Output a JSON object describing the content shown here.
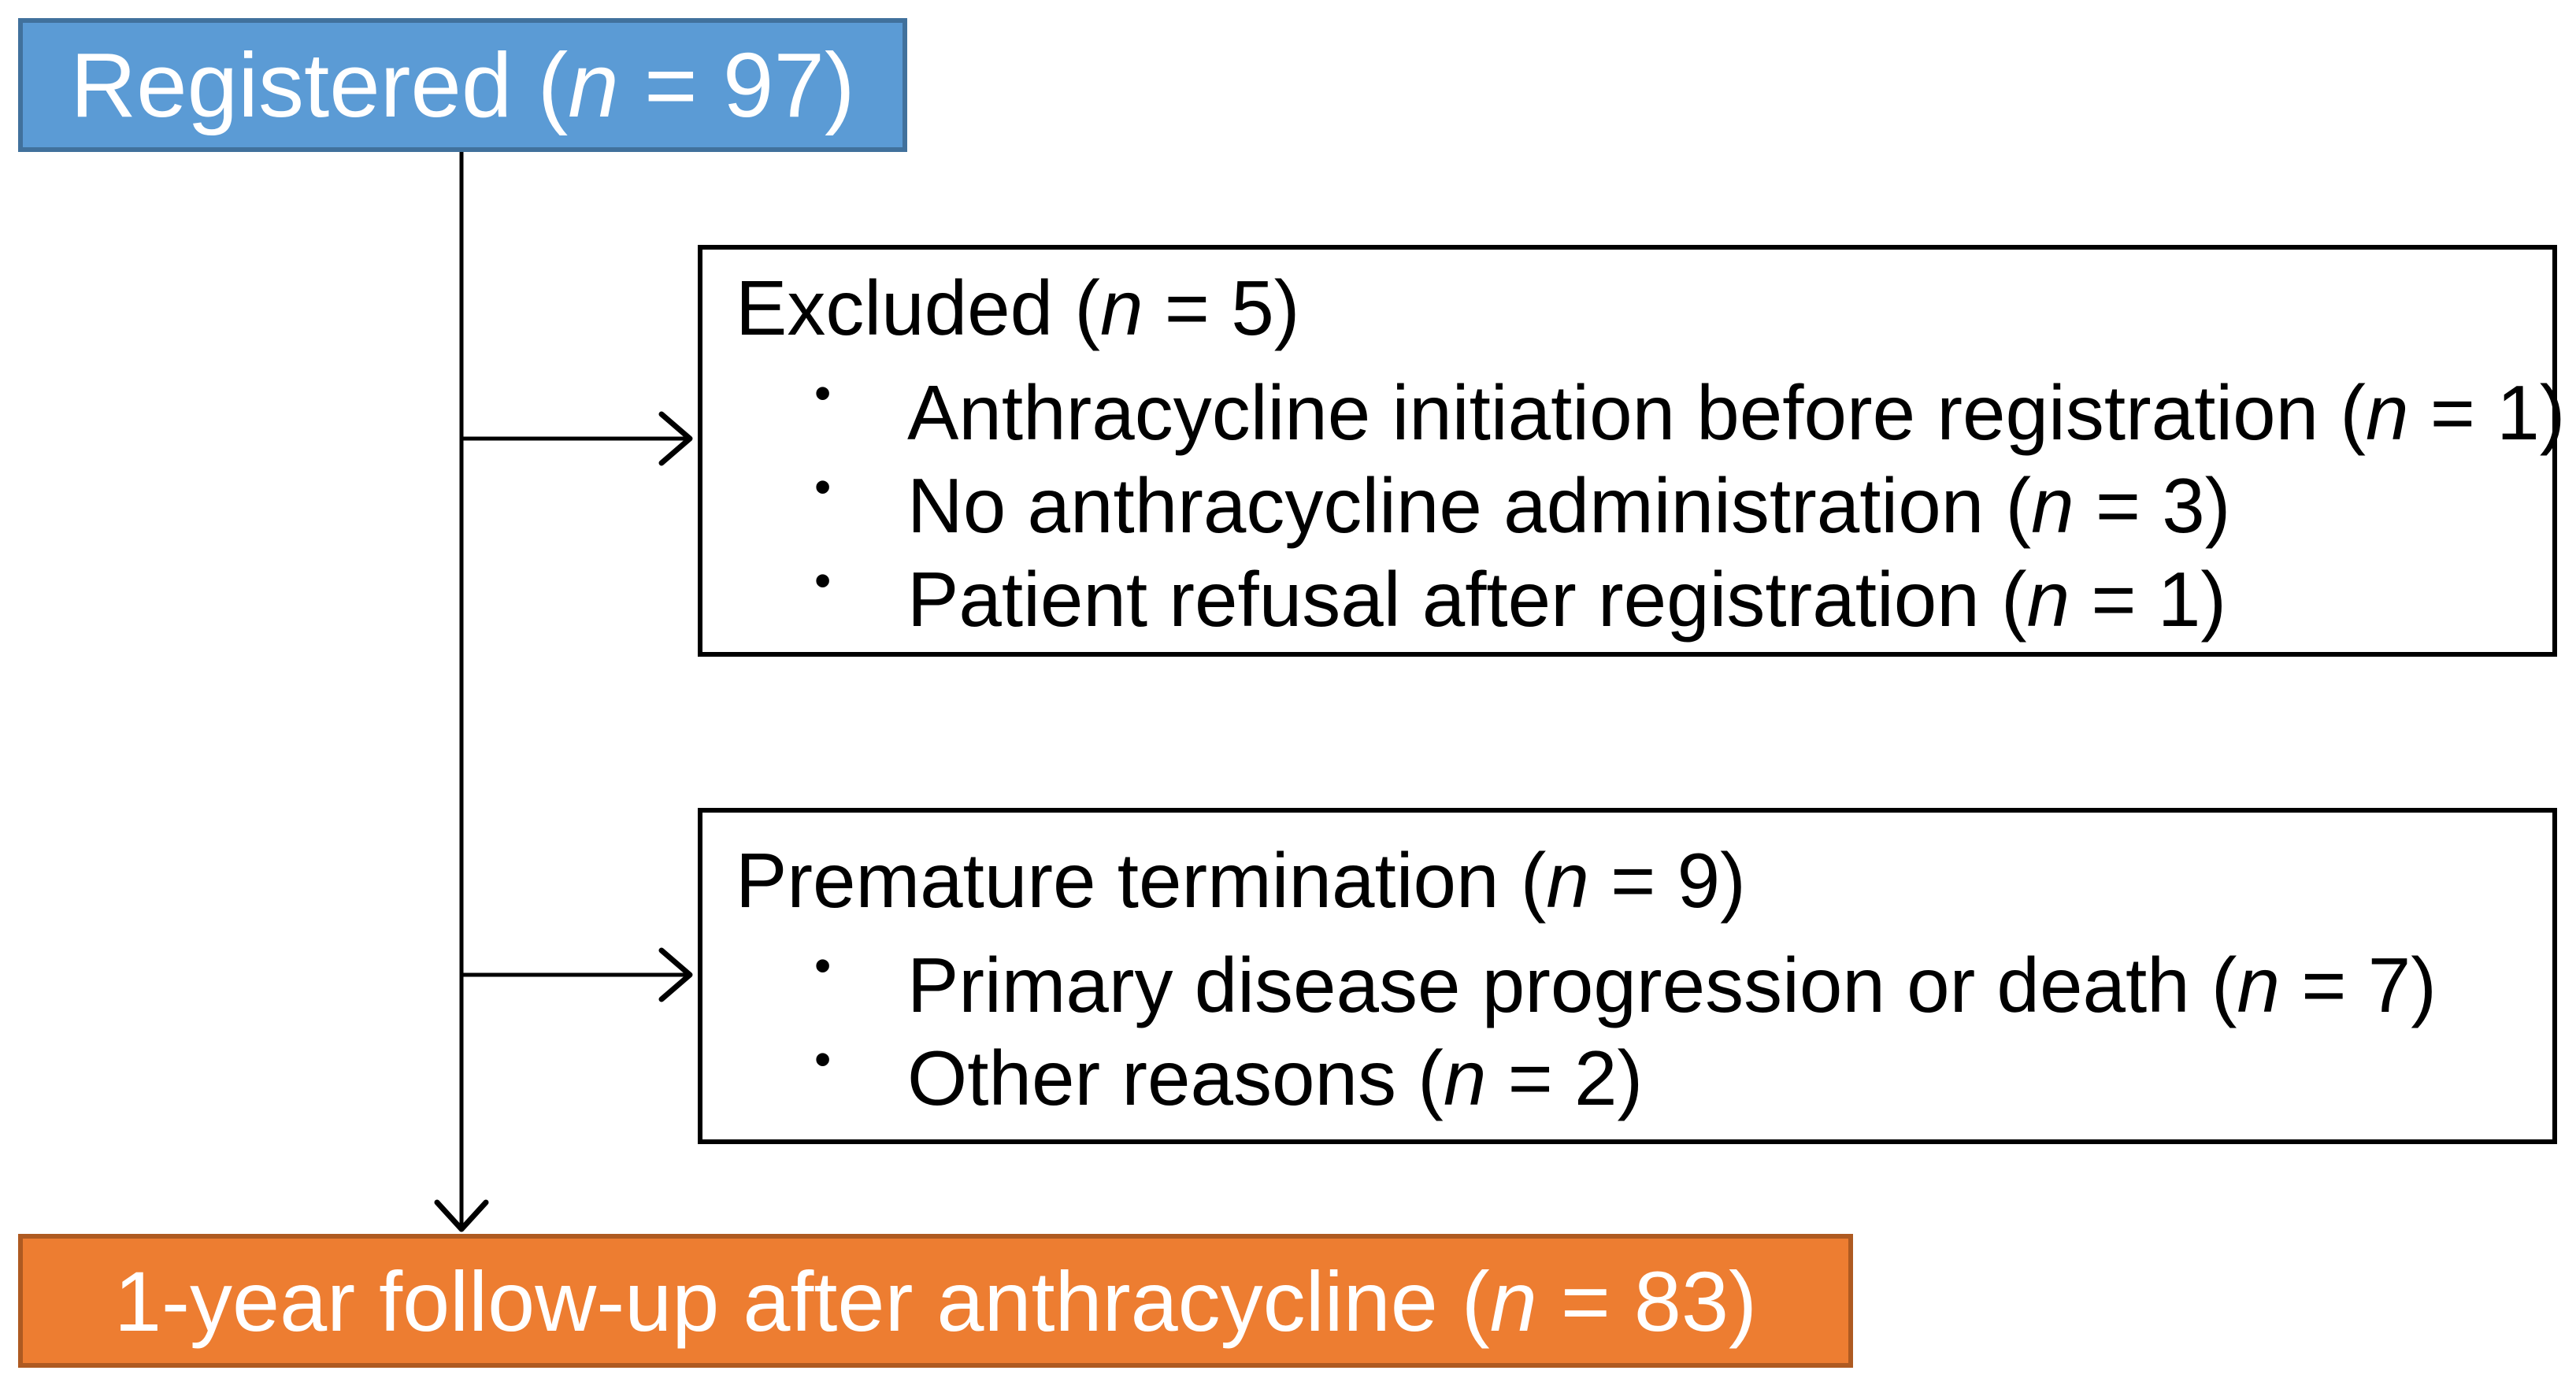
{
  "palette": {
    "canvas-bg": "#FFFFFF",
    "registered-fill": "#5B9BD5",
    "registered-border": "#41719C",
    "followup-fill": "#ED7D31",
    "followup-border": "#AE5A21",
    "outline": "#000000",
    "connector": "#000000",
    "text-light": "#FFFFFF",
    "text-dark": "#000000"
  },
  "bullet_glyph": "•",
  "registered": {
    "pre": "Registered (",
    "var": "n",
    "post": " = 97)"
  },
  "excluded": {
    "title": {
      "pre": "Excluded (",
      "var": "n",
      "post": " = 5)"
    },
    "items": [
      {
        "pre": "Anthracycline initiation before registration (",
        "var": "n",
        "post": " = 1)"
      },
      {
        "pre": "No anthracycline administration (",
        "var": "n",
        "post": " = 3)"
      },
      {
        "pre": "Patient refusal after registration (",
        "var": "n",
        "post": " = 1)"
      }
    ]
  },
  "premature": {
    "title": {
      "pre": "Premature termination (",
      "var": "n",
      "post": " = 9)"
    },
    "items": [
      {
        "pre": "Primary disease progression or death (",
        "var": "n",
        "post": " = 7)"
      },
      {
        "pre": "Other reasons (",
        "var": "n",
        "post": " = 2)"
      }
    ]
  },
  "followup": {
    "pre": "1-year follow-up after anthracycline (",
    "var": "n",
    "post": " = 83)"
  }
}
